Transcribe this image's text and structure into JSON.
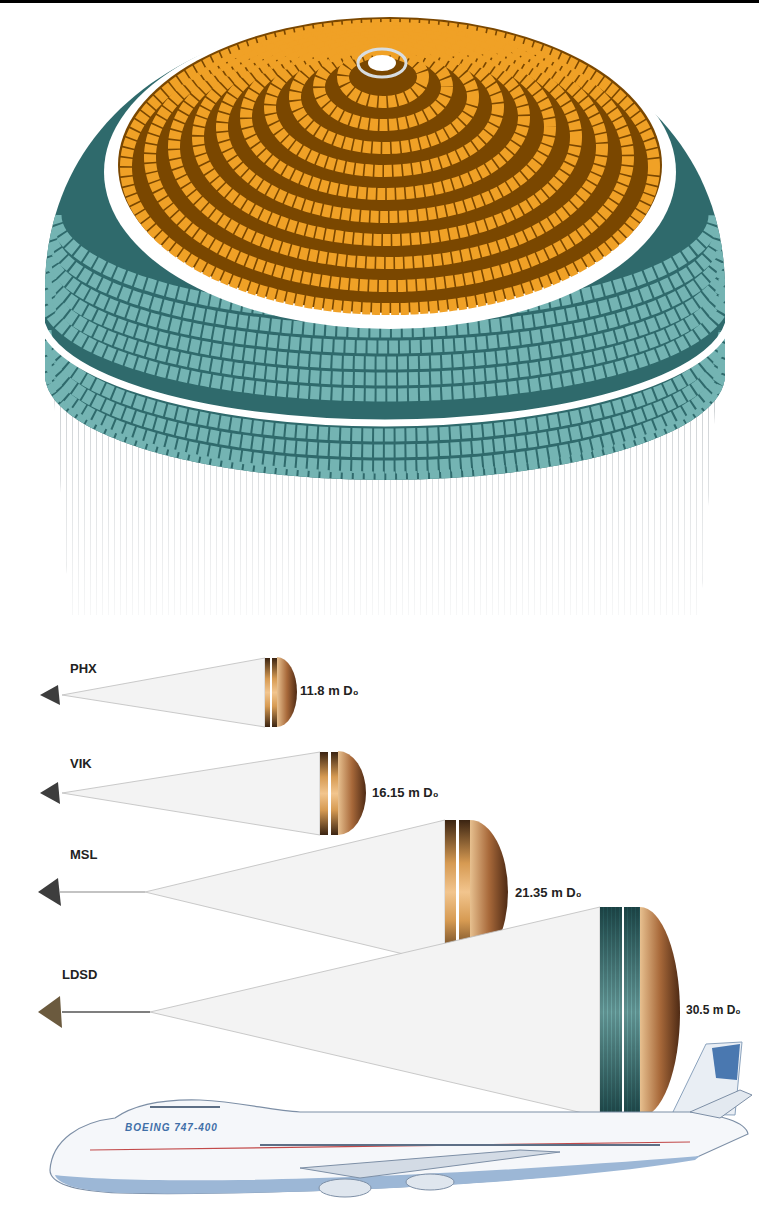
{
  "diagram": {
    "labels": [
      "PHX",
      "11.8 m D₀",
      "VIK",
      "16.15 m D₀",
      "MSL",
      "21.35 m D₀",
      "LDSD",
      "30.5 m D₀",
      "BOEING 747-400"
    ]
  }
}
